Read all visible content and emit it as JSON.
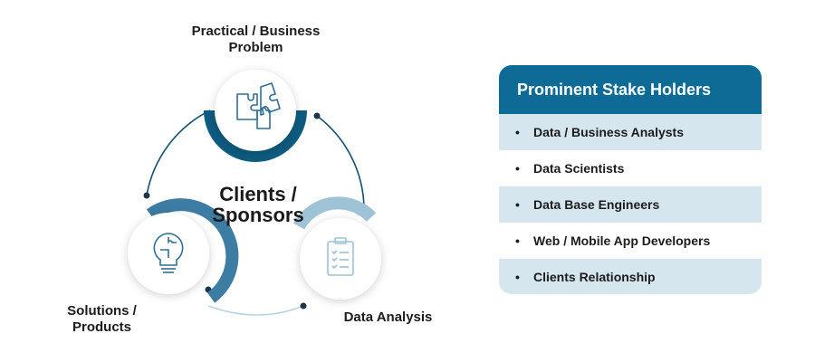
{
  "diagram": {
    "center_title_lines": [
      "Clients /",
      "Sponsors"
    ],
    "nodes": [
      {
        "label_lines": [
          "Practical / Business",
          "Problem"
        ],
        "icon": "puzzle-pieces-icon"
      },
      {
        "label_lines": [
          "Solutions /",
          "Products"
        ],
        "icon": "lightbulb-puzzle-icon"
      },
      {
        "label_lines": [
          "Data Analysis"
        ],
        "icon": "clipboard-checklist-icon"
      }
    ],
    "colors": {
      "dark_blue": "#0d5b80",
      "medium_blue": "#3d7ca3",
      "light_blue": "#9ec2d6",
      "connector_dark": "#14506f",
      "connector_light": "#b9d3e2"
    }
  },
  "panel": {
    "title": "Prominent Stake Holders",
    "items": [
      "Data / Business Analysts",
      "Data Scientists",
      "Data Base Engineers",
      "Web / Mobile App Developers",
      "Clients Relationship"
    ],
    "bullet": "•",
    "colors": {
      "header_bg": "#0d6b95",
      "shaded_row": "#d6e6ee",
      "plain_row": "#ffffff"
    }
  }
}
